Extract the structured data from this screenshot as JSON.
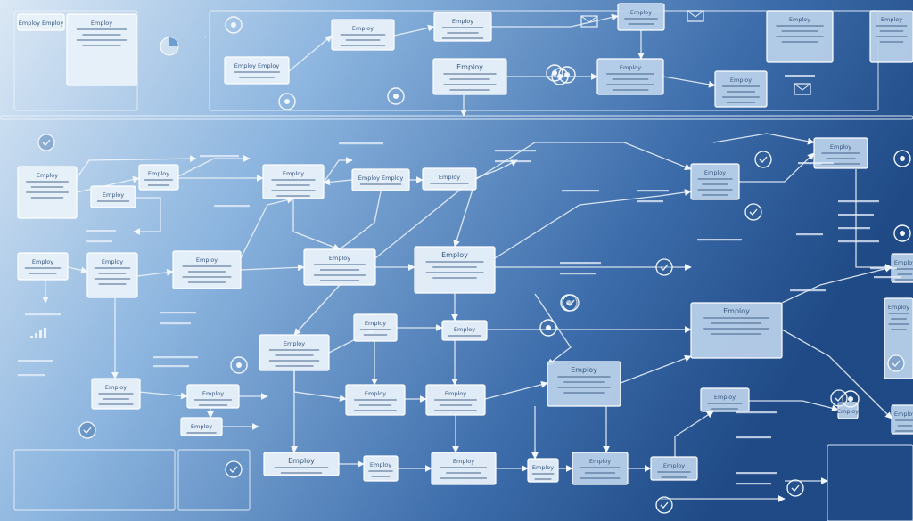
{
  "theme": {
    "bg_light": "#dbe8f5",
    "bg_mid": "#6f9fd0",
    "bg_dark": "#22508e",
    "node_fill": "#e8f1fa",
    "node_stroke": "#ffffff",
    "line": "#f2f7fc",
    "text_dark": "#37577f",
    "text_light": "#eef5fc"
  },
  "diagram": {
    "type": "process flowchart (illegible placeholder labels)",
    "label_word": "Employ",
    "nodes": [
      {
        "id": "n01",
        "title": "Employ"
      },
      {
        "id": "n02",
        "title": "Employ"
      },
      {
        "id": "n03",
        "title": "Employ"
      },
      {
        "id": "n04",
        "title": "Employ Employ"
      },
      {
        "id": "n05",
        "title": "Employ"
      },
      {
        "id": "n06",
        "title": "Employ"
      },
      {
        "id": "n07",
        "title": "Employ"
      },
      {
        "id": "n08",
        "title": "Employ"
      },
      {
        "id": "n09",
        "title": "Employ"
      },
      {
        "id": "n10",
        "title": "Employ"
      },
      {
        "id": "n11",
        "title": "Employ"
      },
      {
        "id": "n12",
        "title": "Employ Employ"
      },
      {
        "id": "n13",
        "title": "Employ"
      },
      {
        "id": "n14",
        "title": "Employ"
      },
      {
        "id": "n15",
        "title": "Employ"
      },
      {
        "id": "n16",
        "title": "Employ"
      },
      {
        "id": "n17",
        "title": "Employ"
      },
      {
        "id": "n18",
        "title": "Employ"
      },
      {
        "id": "n19",
        "title": "Employ"
      },
      {
        "id": "n20",
        "title": "Employ"
      },
      {
        "id": "n21",
        "title": "Employ"
      },
      {
        "id": "n22",
        "title": "Employ"
      },
      {
        "id": "n23",
        "title": "Employ"
      },
      {
        "id": "n24",
        "title": "Employ"
      },
      {
        "id": "n25",
        "title": "Employ"
      },
      {
        "id": "n26",
        "title": "Employ"
      },
      {
        "id": "n27",
        "title": "Employ"
      },
      {
        "id": "n28",
        "title": "Employ"
      },
      {
        "id": "n29",
        "title": "Employ"
      },
      {
        "id": "n30",
        "title": "Employ"
      },
      {
        "id": "n31",
        "title": "Employ"
      },
      {
        "id": "n32",
        "title": "Employ"
      },
      {
        "id": "n33",
        "title": "Employ"
      },
      {
        "id": "n34",
        "title": "Employ"
      },
      {
        "id": "n35",
        "title": "Employ"
      },
      {
        "id": "n36",
        "title": "Employ"
      },
      {
        "id": "n37",
        "title": "Employ"
      },
      {
        "id": "n38",
        "title": "Employ"
      },
      {
        "id": "n39",
        "title": "Employ"
      },
      {
        "id": "n40",
        "title": "Employ"
      },
      {
        "id": "n41",
        "title": "Employ Employ"
      },
      {
        "id": "n42",
        "title": "Employ"
      },
      {
        "id": "n43",
        "title": "Employ"
      },
      {
        "id": "n44",
        "title": "Employ"
      },
      {
        "id": "n45",
        "title": "Employ"
      }
    ],
    "icons": [
      {
        "name": "pie-chart-icon"
      },
      {
        "name": "pencil-icon"
      },
      {
        "name": "lock-icon"
      },
      {
        "name": "signature-icon"
      },
      {
        "name": "cloud-upload-icon"
      },
      {
        "name": "handshake-icon"
      },
      {
        "name": "person-icon"
      },
      {
        "name": "checkmark-icon"
      },
      {
        "name": "chat-bubble-icon"
      },
      {
        "name": "clock-icon"
      },
      {
        "name": "gauge-icon"
      },
      {
        "name": "shield-icon"
      },
      {
        "name": "navigation-arrow-icon"
      },
      {
        "name": "bar-chart-icon"
      },
      {
        "name": "envelope-icon"
      },
      {
        "name": "document-icon"
      },
      {
        "name": "calendar-icon"
      }
    ]
  }
}
